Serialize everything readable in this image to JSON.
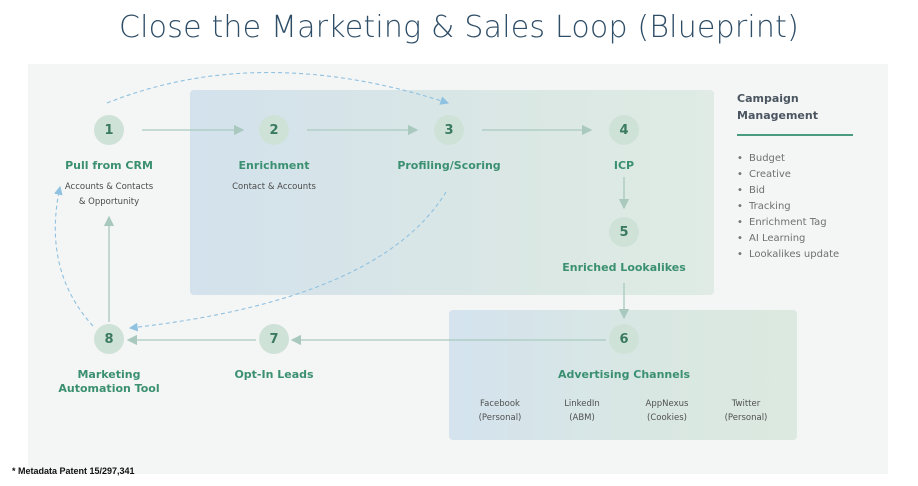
{
  "title": "Close the Marketing & Sales Loop (Blueprint)",
  "nodes": [
    {
      "num": "1",
      "label": "Pull from CRM",
      "sub": [
        "Accounts & Contacts",
        "& Opportunity"
      ]
    },
    {
      "num": "2",
      "label": "Enrichment",
      "sub": [
        "Contact & Accounts"
      ]
    },
    {
      "num": "3",
      "label": "Profiling/Scoring",
      "sub": []
    },
    {
      "num": "4",
      "label": "ICP",
      "sub": []
    },
    {
      "num": "5",
      "label": "Enriched Lookalikes",
      "sub": []
    },
    {
      "num": "6",
      "label": "Advertising Channels",
      "sub": []
    },
    {
      "num": "7",
      "label": "Opt-In Leads",
      "sub": []
    },
    {
      "num": "8",
      "label": [
        "Marketing",
        "Automation Tool"
      ],
      "sub": []
    }
  ],
  "channels": [
    {
      "name": "Facebook",
      "note": "(Personal)"
    },
    {
      "name": "LinkedIn",
      "note": "(ABM)"
    },
    {
      "name": "AppNexus",
      "note": "(Cookies)"
    },
    {
      "name": "Twitter",
      "note": "(Personal)"
    }
  ],
  "sidebar": {
    "title": [
      "Campaign",
      "Management"
    ],
    "items": [
      "Budget",
      "Creative",
      "Bid",
      "Tracking",
      "Enrichment Tag",
      "AI Learning",
      "Lookalikes update"
    ]
  },
  "footnote": "* Metadata Patent 15/297,341",
  "colors": {
    "node_fill": "#cfe2d8",
    "label_green": "#3a9070",
    "arrow": "#a9c9bf",
    "dashed": "#8fc1e0",
    "title": "#2e4d66"
  }
}
